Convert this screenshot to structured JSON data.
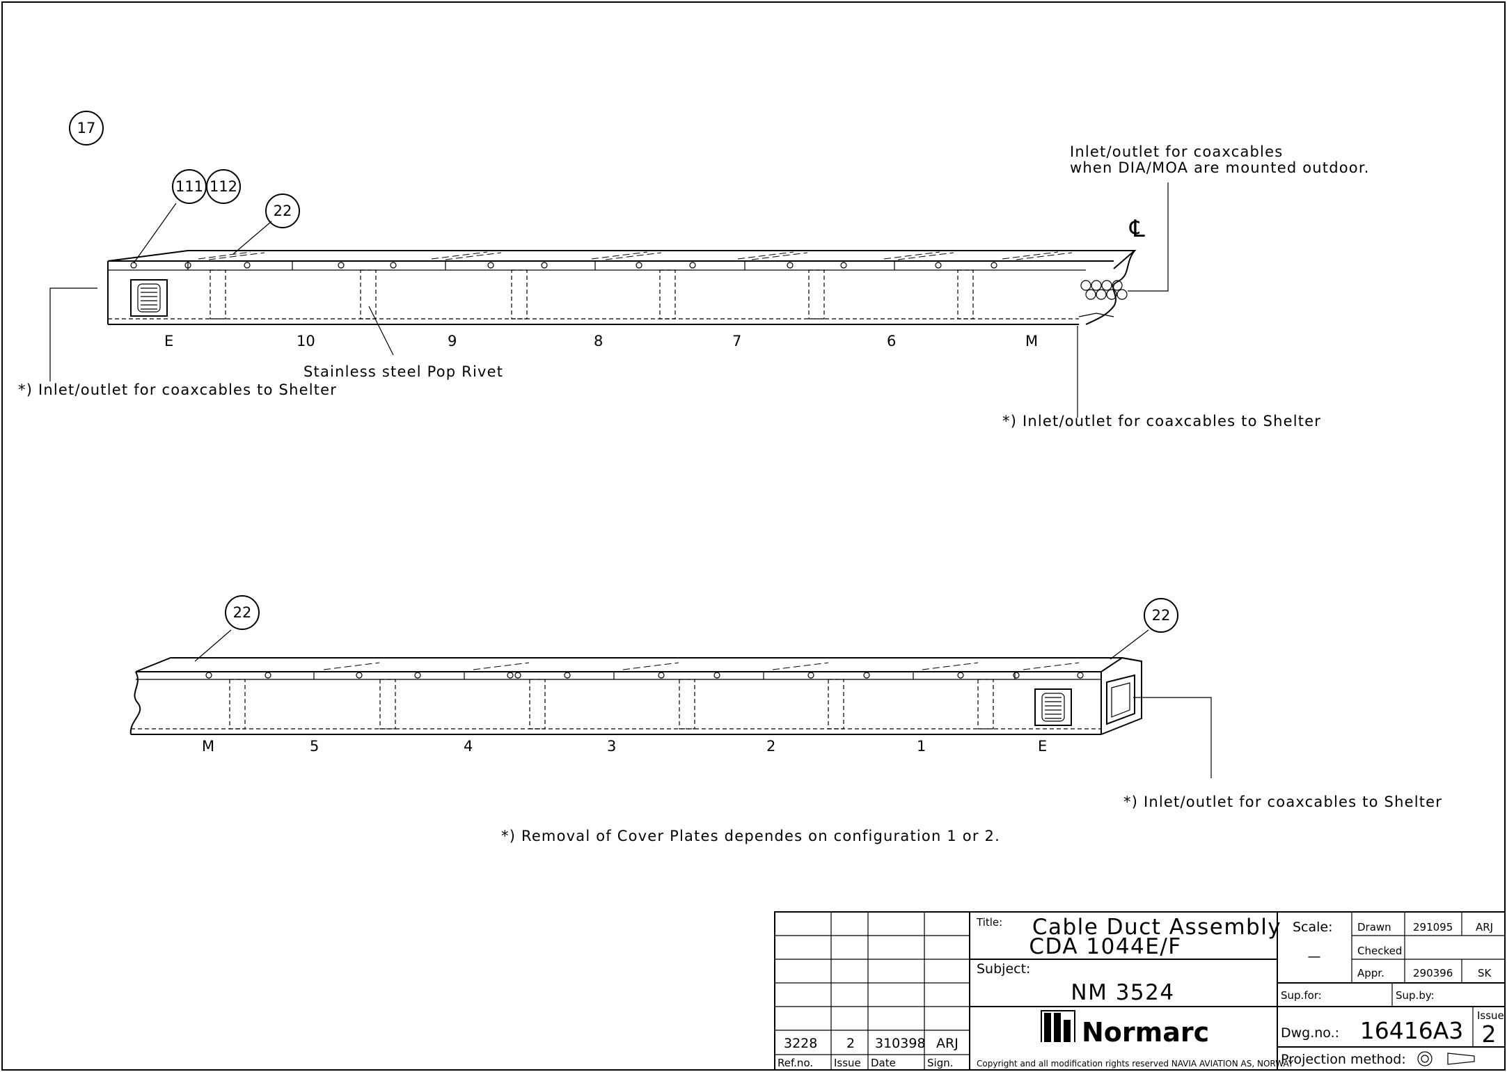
{
  "item_balloons": {
    "main_assembly": "17",
    "rivet_a": "111",
    "rivet_b": "112",
    "cover_plate_top": "22",
    "cover_plate_bottom_left": "22",
    "cover_plate_bottom_right": "22"
  },
  "annotations": {
    "outdoor_inlet_line1": "Inlet/outlet for coaxcables",
    "outdoor_inlet_line2": "when DIA/MOA are mounted outdoor.",
    "centerline_symbol": "℄",
    "pop_rivet": "Stainless steel Pop Rivet",
    "shelter_inlet_left": "*) Inlet/outlet for coaxcables to Shelter",
    "shelter_inlet_top_right": "*) Inlet/outlet for coaxcables to Shelter",
    "shelter_inlet_bottom_right": "*) Inlet/outlet for coaxcables to Shelter",
    "removal_note": "*) Removal of Cover Plates dependes on configuration 1 or 2."
  },
  "segments_upper": [
    "E",
    "10",
    "9",
    "8",
    "7",
    "6",
    "M"
  ],
  "segments_lower": [
    "M",
    "5",
    "4",
    "3",
    "2",
    "1",
    "E"
  ],
  "title_block": {
    "revision": {
      "ref_no": "3228",
      "issue": "2",
      "date": "310398",
      "sign": "ARJ",
      "header_ref_no": "Ref.no.",
      "header_issue": "Issue",
      "header_date": "Date",
      "header_sign": "Sign."
    },
    "title_label": "Title:",
    "title_line1": "Cable Duct Assembly",
    "title_line2": "CDA 1044E/F",
    "subject_label": "Subject:",
    "subject": "NM 3524",
    "logo_text": "Normarc",
    "copyright": "Copyright and all modification rights reserved NAVIA AVIATION AS, NORWAY",
    "scale_label": "Scale:",
    "scale_value": "—",
    "drawn_label": "Drawn",
    "drawn_date": "291095",
    "drawn_sign": "ARJ",
    "checked_label": "Checked",
    "appr_label": "Appr.",
    "appr_date": "290396",
    "appr_sign": "SK",
    "sup_for_label": "Sup.for:",
    "sup_by_label": "Sup.by:",
    "dwg_no_label": "Dwg.no.:",
    "dwg_no": "16416A3",
    "issue_label": "Issue",
    "issue_value": "2",
    "projection_label": "Projection method:"
  }
}
